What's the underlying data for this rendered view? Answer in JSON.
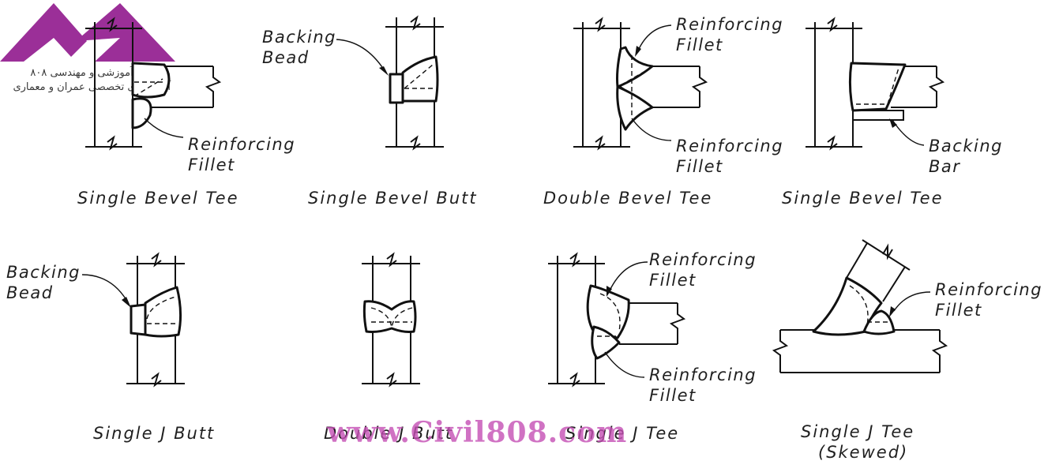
{
  "logo": {
    "line1": "موسسه آموزشی و مهندسی ۸۰۸",
    "line2": "آموزشهای تخصصی عمران و معماری",
    "color": "#9b2f98"
  },
  "watermark": {
    "text": "www.Civil808.com",
    "color": "#c44fb4"
  },
  "panels": [
    {
      "caption": "Single  Bevel  Tee",
      "labels": [
        "Reinforcing",
        "Fillet"
      ]
    },
    {
      "caption": "Single  Bevel  Butt",
      "labels": [
        "Backing",
        "Bead"
      ]
    },
    {
      "caption": "Double  Bevel  Tee",
      "labels": [
        "Reinforcing",
        "Fillet",
        "Reinforcing",
        "Fillet"
      ]
    },
    {
      "caption": "Single  Bevel  Tee",
      "labels": [
        "Backing",
        "Bar"
      ]
    },
    {
      "caption": "Single  J  Butt",
      "labels": [
        "Backing",
        "Bead"
      ]
    },
    {
      "caption": "Double  J  Butt",
      "labels": []
    },
    {
      "caption": "Single  J  Tee",
      "labels": [
        "Reinforcing",
        "Fillet",
        "Reinforcing",
        "Fillet"
      ]
    },
    {
      "caption": "Single  J  Tee",
      "caption2": "(Skewed)",
      "labels": [
        "Reinforcing",
        "Fillet"
      ]
    }
  ]
}
